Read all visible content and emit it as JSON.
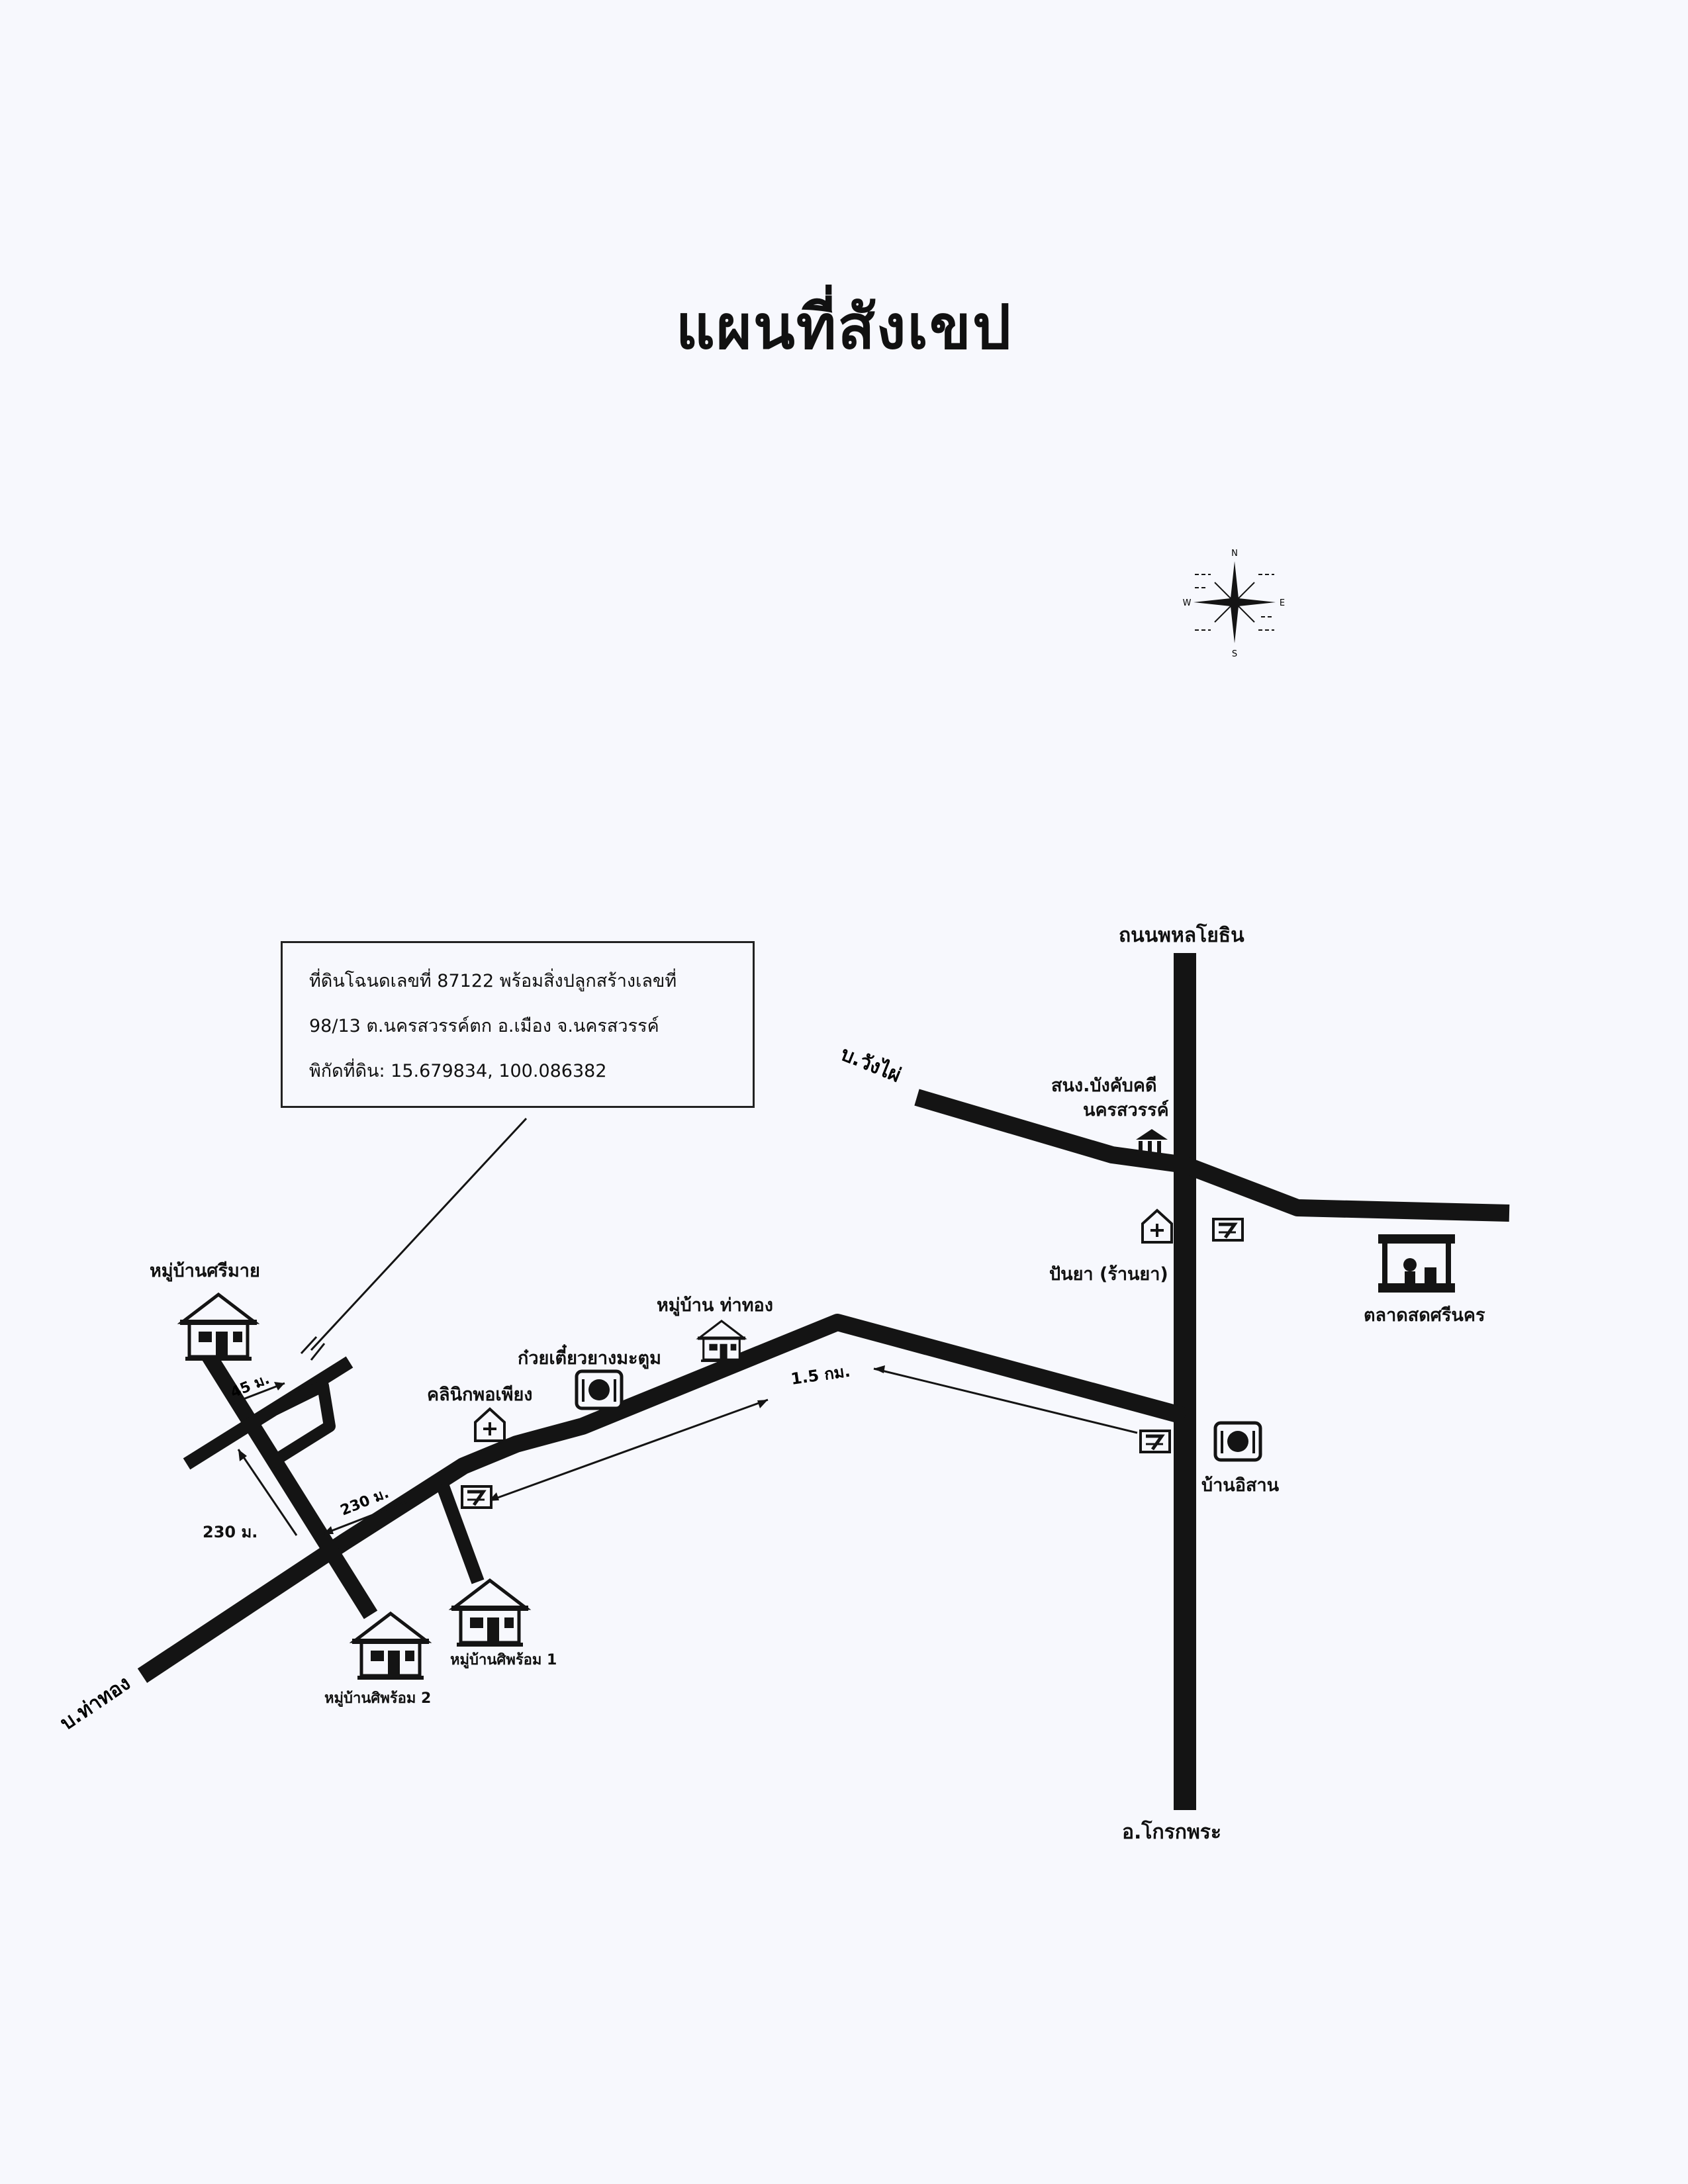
{
  "page": {
    "title": "แผนที่สังเขป"
  },
  "info_box": {
    "line1": "ที่ดินโฉนดเลขที่  87122 พร้อมสิ่งปลูกสร้างเลขที่",
    "line2": "98/13  ต.นครสวรรค์ตก  อ.เมือง   จ.นครสวรรค์",
    "line3": "พิกัดที่ดิน: 15.679834, 100.086382"
  },
  "roads": {
    "main_road": "ถนนพหลโยธิน",
    "south_end": "อ.โกรกพระ",
    "west_end": "บ.ท่าทอง",
    "northwest_end": "บ.วังไผ่"
  },
  "landmarks": {
    "village_srimai": "หมู่บ้านศรีมาย",
    "village_thathong": "หมู่บ้าน ท่าทอง",
    "noodle_shop": "ก๋วยเตี๋ยวยางมะตูม",
    "clinic": "คลินิกพอเพียง",
    "village_siphrom_1": "หมู่บ้านศิพร้อม 1",
    "village_siphrom_2": "หมู่บ้านศิพร้อม 2",
    "legal_office_line1": "สนง.บังคับคดี",
    "legal_office_line2": "นครสวรรค์",
    "pharmacy": "ปันยา (ร้านยา)",
    "fresh_market": "ตลาดสดศรีนคร",
    "restaurant_isan": "บ้านอิสาน"
  },
  "distances": {
    "d45": "45 ม.",
    "d230_a": "230 ม.",
    "d230_b": "230 ม.",
    "d15km": "1.5 กม."
  },
  "compass": {
    "n": "N",
    "s": "S",
    "e": "E",
    "w": "W"
  },
  "colors": {
    "ink": "#141414",
    "paper": "#f7f8fd"
  },
  "icons": {
    "house": "house-icon",
    "seven_eleven": "convenience-store-icon",
    "clinic": "medical-cross-icon",
    "restaurant": "plate-cutlery-icon",
    "government": "government-building-icon",
    "market": "market-stall-icon"
  }
}
